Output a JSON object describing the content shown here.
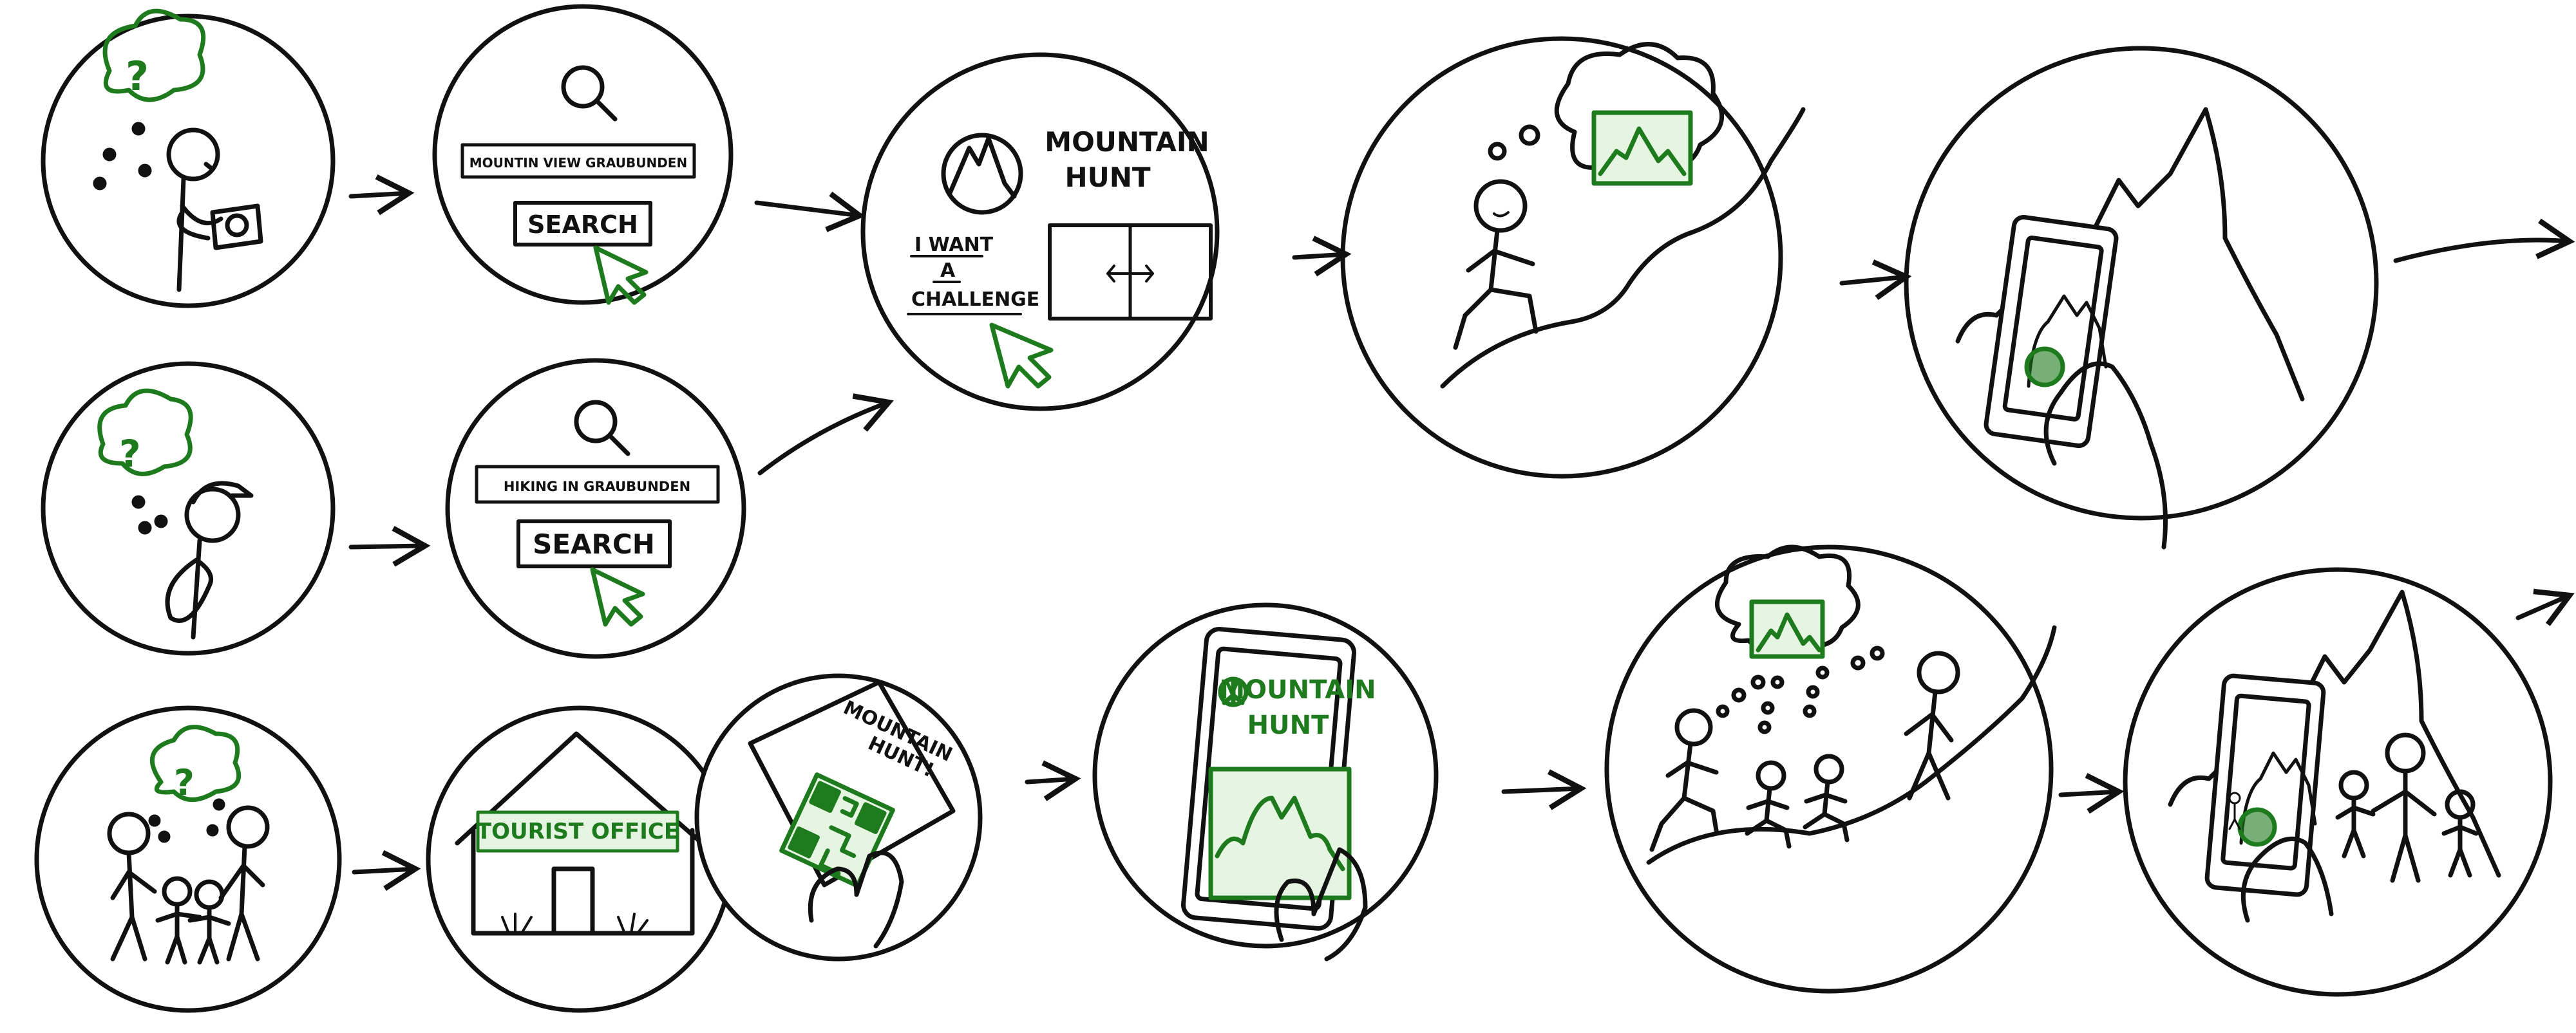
{
  "colors": {
    "ink": "#111111",
    "accent": "#1d7a1d",
    "accent_fill": "#e6f4e2",
    "paper": "#ffffff"
  },
  "labels": {
    "search_query_1": "MOUNTIN VIEW GRAUBUNDEN",
    "search_query_2": "HIKING IN GRAUBUNDEN",
    "search_button": "SEARCH",
    "question_mark": "?",
    "app_title_line1": "MOUNTAIN",
    "app_title_line2": "HUNT",
    "challenge_line1": "I WANT",
    "challenge_line2": "A",
    "challenge_line3": "CHALLENGE",
    "tourist_office": "TOURIST OFFICE",
    "flyer_line1": "MOUNTAIN",
    "flyer_line2": "HUNT!",
    "phone_title_line1": "MOUNTAIN",
    "phone_title_line2": "HUNT"
  },
  "icons": [
    "search-icon",
    "cursor-icon",
    "peace-icon",
    "qr-code-icon",
    "photo-icon",
    "camera-icon",
    "swipe-arrow-icon"
  ]
}
